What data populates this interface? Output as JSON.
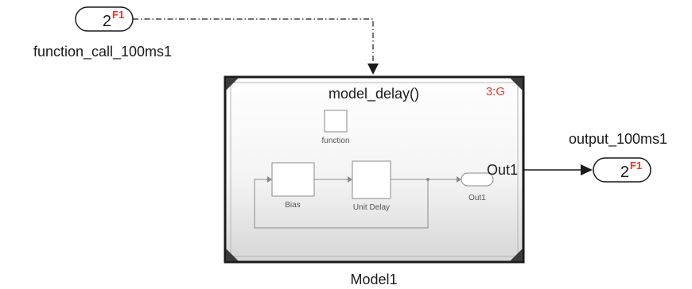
{
  "colors": {
    "tag_red": "#e8382c",
    "block_border": "#3a3a3a",
    "line": "#1a1a1a",
    "inner_line": "#8a8a8a"
  },
  "diagram": {
    "inport": {
      "number": "2",
      "tag": "F1",
      "name": "function_call_100ms1"
    },
    "model_block": {
      "function_name": "model_delay()",
      "sample_time": "3:G",
      "block_name": "Model1",
      "output_port_label": "Out1",
      "thumbnail": {
        "trigger_label": "function",
        "bias_label": "Bias",
        "unit_delay_label": "Unit Delay",
        "out_label": "Out1"
      }
    },
    "outport": {
      "number": "2",
      "tag": "F1",
      "name": "output_100ms1"
    }
  }
}
